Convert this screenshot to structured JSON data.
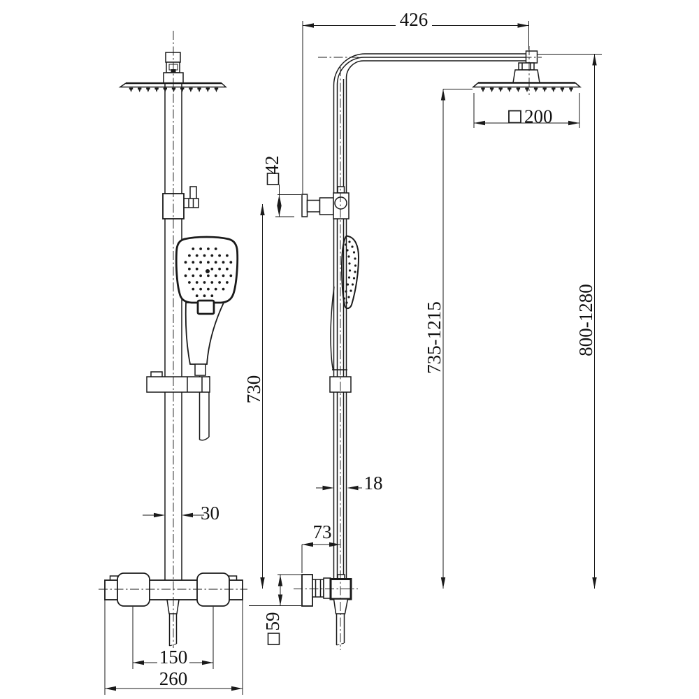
{
  "drawing": {
    "kind": "technical-dimension-drawing",
    "subject": "shower column set, front and side views",
    "background_color": "#ffffff",
    "line_color": "#1a1a1a"
  },
  "dimensions": {
    "arm_reach": {
      "value": "426",
      "square_symbol": false
    },
    "head_size": {
      "value": "200",
      "square_symbol": true
    },
    "upper_bracket_size": {
      "value": "42",
      "square_symbol": true
    },
    "head_height_range": {
      "value": "735-1215",
      "square_symbol": false
    },
    "total_height_range": {
      "value": "800-1280",
      "square_symbol": false
    },
    "bar_length": {
      "value": "730",
      "square_symbol": false
    },
    "pipe_width_front": {
      "value": "30",
      "square_symbol": false
    },
    "wall_offset": {
      "value": "73",
      "square_symbol": false
    },
    "pipe_diameter_side": {
      "value": "18",
      "square_symbol": false
    },
    "handle_spacing": {
      "value": "150",
      "square_symbol": false
    },
    "mixer_width": {
      "value": "260",
      "square_symbol": false
    },
    "escutcheon_size": {
      "value": "59",
      "square_symbol": true
    }
  }
}
